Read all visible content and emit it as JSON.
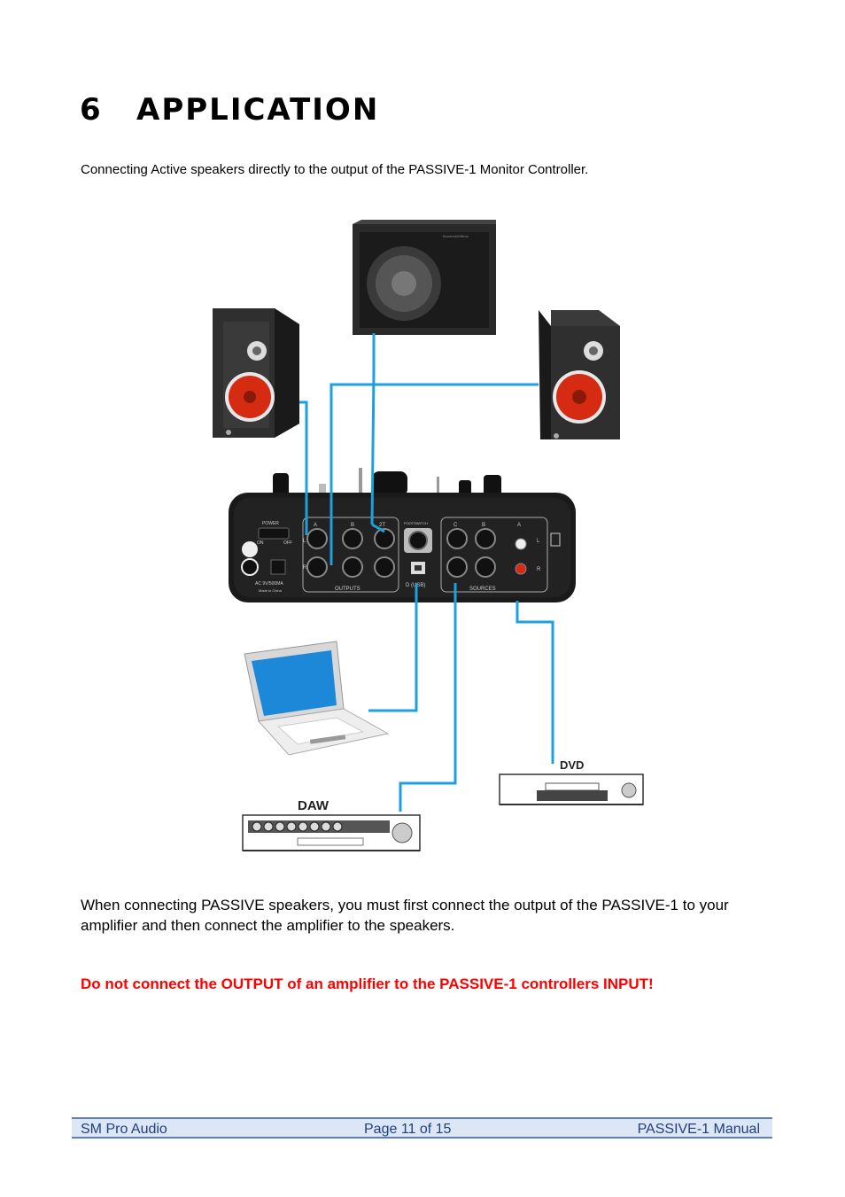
{
  "section": {
    "number": "6",
    "title": "APPLICATION"
  },
  "intro": "Connecting Active speakers directly to the output of the PASSIVE-1 Monitor Controller.",
  "figure": {
    "labels": {
      "dvd": "DVD",
      "daw": "DAW",
      "power": "POWER",
      "on": "ON",
      "off": "OFF",
      "out_a": "A",
      "out_b": "B",
      "out_2t": "2T",
      "footswitch": "FOOTSWITCH",
      "src_c": "C",
      "src_b": "B",
      "src_a": "A",
      "left": "L",
      "right": "R",
      "outputs": "OUTPUTS",
      "usb": "D (USB)",
      "sources": "SOURCES",
      "dc": "AC 9V/500MA",
      "made": "Made in China",
      "brand": "Bowers&Wilkins"
    },
    "colors": {
      "cable": "#1ea0dd",
      "device": "#1a1a1a",
      "woofer": "#d52b12"
    }
  },
  "passive_note": "When connecting PASSIVE speakers, you must first connect the output of the PASSIVE-1 to your amplifier and then connect the amplifier to the speakers.",
  "warning": "Do not connect the OUTPUT of an amplifier to the PASSIVE-1 controllers INPUT!",
  "footer": {
    "left": "SM Pro Audio",
    "center": "Page 11 of 15",
    "right": "PASSIVE-1 Manual"
  }
}
